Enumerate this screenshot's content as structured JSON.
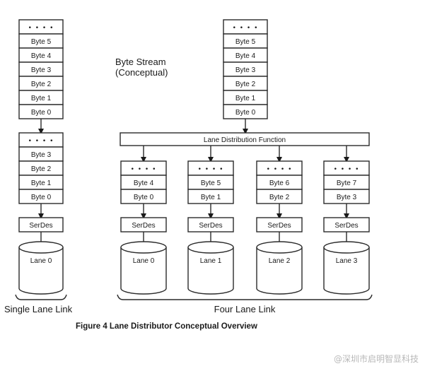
{
  "single_lane": {
    "stream_top": [
      "• • • •",
      "Byte 5",
      "Byte 4",
      "Byte 3",
      "Byte 2",
      "Byte 1",
      "Byte 0"
    ],
    "stream_bottom": [
      "• • • •",
      "Byte 3",
      "Byte 2",
      "Byte 1",
      "Byte 0"
    ],
    "serdes": "SerDes",
    "lane": "Lane 0",
    "label": "Single Lane Link"
  },
  "byte_stream_label": [
    "Byte Stream",
    "(Conceptual)"
  ],
  "four_lane": {
    "stream_top": [
      "• • • •",
      "Byte 5",
      "Byte 4",
      "Byte 3",
      "Byte 2",
      "Byte 1",
      "Byte 0"
    ],
    "distribution": "Lane Distribution Function",
    "lanes": [
      {
        "dots": "• • • •",
        "bytes": [
          "Byte 4",
          "Byte 0"
        ],
        "serdes": "SerDes",
        "lane": "Lane 0"
      },
      {
        "dots": "• • • •",
        "bytes": [
          "Byte 5",
          "Byte 1"
        ],
        "serdes": "SerDes",
        "lane": "Lane 1"
      },
      {
        "dots": "• • • •",
        "bytes": [
          "Byte 6",
          "Byte 2"
        ],
        "serdes": "SerDes",
        "lane": "Lane 2"
      },
      {
        "dots": "• • • •",
        "bytes": [
          "Byte 7",
          "Byte 3"
        ],
        "serdes": "SerDes",
        "lane": "Lane 3"
      }
    ],
    "label": "Four Lane Link"
  },
  "caption": "Figure 4 Lane Distributor Conceptual Overview",
  "watermark": "@深圳市启明智显科技"
}
